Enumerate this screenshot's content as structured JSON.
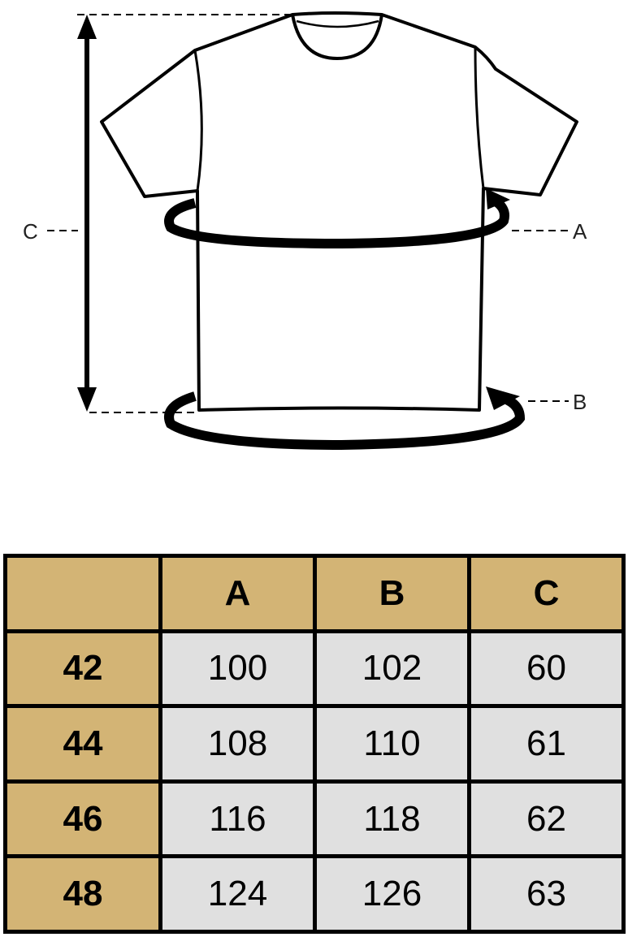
{
  "diagram": {
    "labels": {
      "a": "A",
      "b": "B",
      "c": "C"
    }
  },
  "table": {
    "headers": [
      "",
      "A",
      "B",
      "C"
    ],
    "rows": [
      {
        "size": "42",
        "a": "100",
        "b": "102",
        "c": "60"
      },
      {
        "size": "44",
        "a": "108",
        "b": "110",
        "c": "61"
      },
      {
        "size": "46",
        "a": "116",
        "b": "118",
        "c": "62"
      },
      {
        "size": "48",
        "a": "124",
        "b": "126",
        "c": "63"
      }
    ]
  },
  "colors": {
    "header": "#d3b475",
    "cell": "#e0e0e0",
    "border": "#000000"
  }
}
